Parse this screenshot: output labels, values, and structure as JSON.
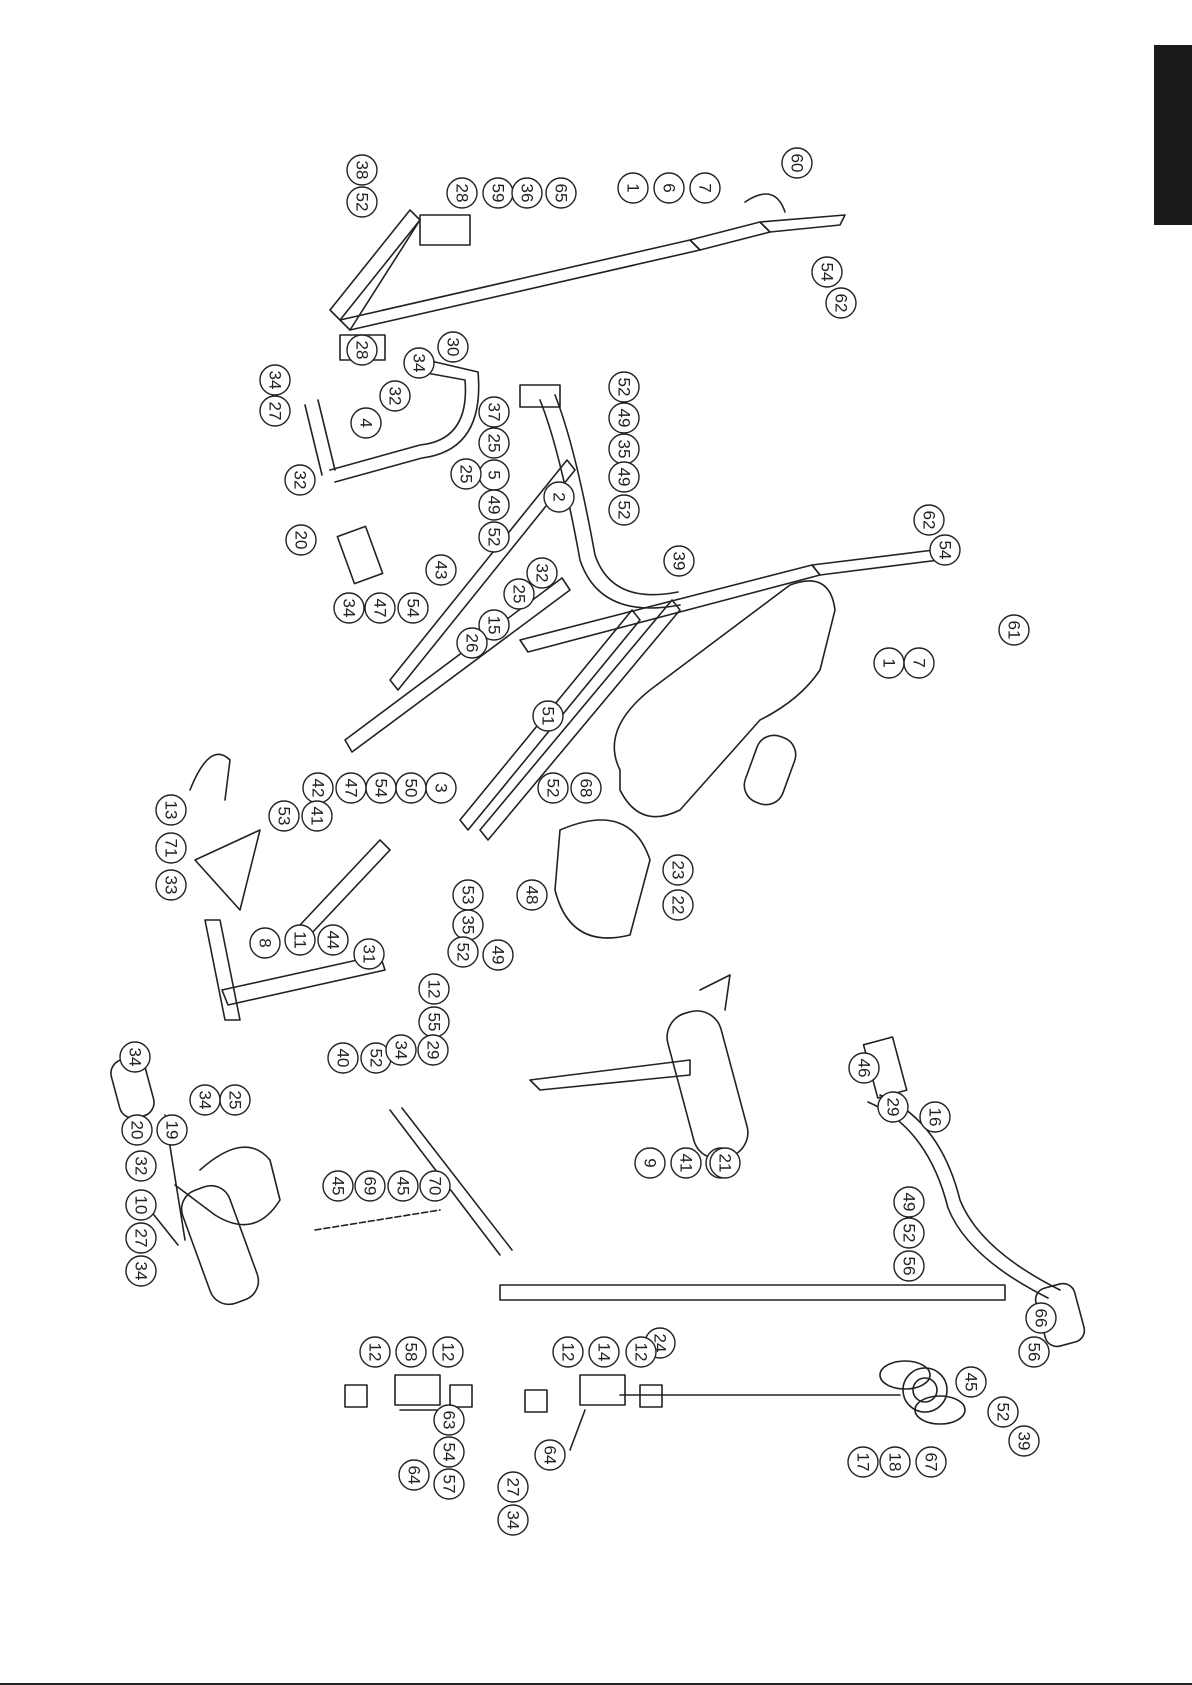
{
  "diagram": {
    "accent_tab_color": "#1a1a1a",
    "line_color": "#222222",
    "callouts": [
      "38",
      "52",
      "28",
      "59",
      "36",
      "65",
      "1",
      "6",
      "7",
      "60",
      "54",
      "62",
      "34",
      "27",
      "28",
      "32",
      "30",
      "34",
      "4",
      "37",
      "25",
      "5",
      "52",
      "49",
      "35",
      "49",
      "52",
      "32",
      "20",
      "25",
      "49",
      "52",
      "43",
      "2",
      "32",
      "25",
      "39",
      "62",
      "54",
      "61",
      "1",
      "7",
      "34",
      "47",
      "54",
      "15",
      "26",
      "51",
      "42",
      "47",
      "54",
      "50",
      "3",
      "52",
      "68",
      "13",
      "71",
      "33",
      "53",
      "41",
      "23",
      "22",
      "48",
      "53",
      "35",
      "49",
      "52",
      "8",
      "11",
      "44",
      "31",
      "12",
      "55",
      "40",
      "52",
      "34",
      "29",
      "34",
      "20",
      "19",
      "34",
      "25",
      "32",
      "10",
      "27",
      "34",
      "45",
      "69",
      "45",
      "70",
      "9",
      "41",
      "53",
      "21",
      "46",
      "29",
      "16",
      "49",
      "52",
      "56",
      "24",
      "66",
      "56",
      "45",
      "52",
      "39",
      "12",
      "58",
      "12",
      "12",
      "14",
      "12",
      "63",
      "54",
      "57",
      "64",
      "64",
      "27",
      "34",
      "17",
      "18",
      "67"
    ]
  }
}
